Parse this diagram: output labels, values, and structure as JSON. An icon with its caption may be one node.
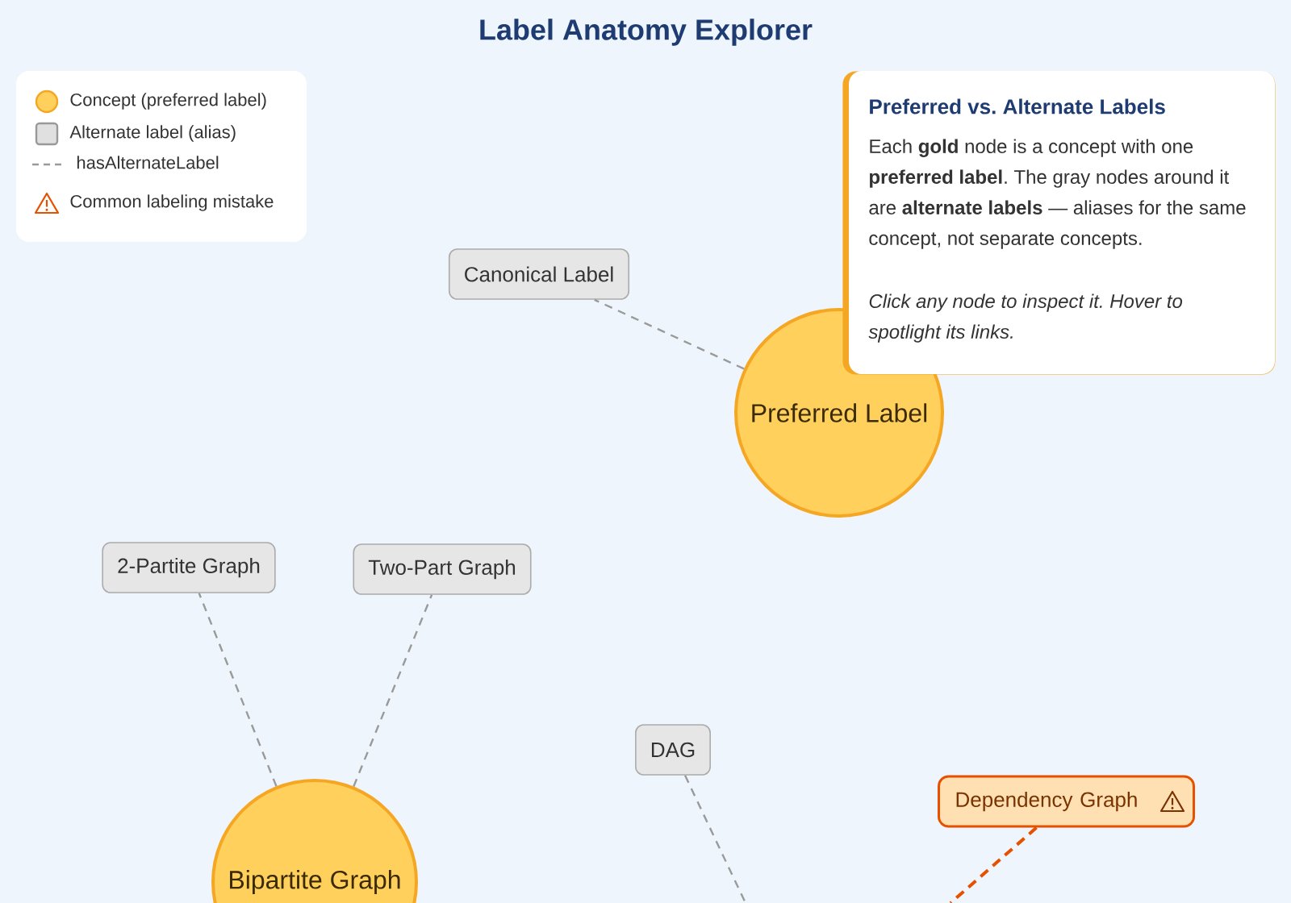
{
  "diagram": {
    "title": "Label Anatomy Explorer",
    "nodes": [
      {
        "text": [
          "Preferred vs. Alternate Labels",
          "Each **gold** node is a concept with one **preferred label**. The gray nodes around it are **alternate labels** — aliases for the same concept, not separate concepts.",
          "Click any node to inspect it. Hover to spotlight its links."
        ]
      },
      {
        "text": [
          "Canonical Label"
        ]
      },
      {
        "text": [
          "Preferred Label"
        ]
      },
      {
        "text": [
          "2-Partite Graph"
        ]
      },
      {
        "text": [
          "Two-Part Graph"
        ]
      },
      {
        "text": [
          "Bipartite Graph"
        ]
      },
      {
        "text": [
          "DAG"
        ]
      },
      {
        "text": [
          "Dependency Graph"
        ]
      }
    ],
    "edges": [
      {
        "from": 2,
        "to": 1,
        "arrow": "none",
        "style": "dashed"
      },
      {
        "from": 5,
        "to": 3,
        "arrow": "none",
        "style": "dashed"
      },
      {
        "from": 5,
        "to": 4,
        "arrow": "none",
        "style": "dashed"
      },
      {
        "from": 6,
        "to": null,
        "arrow": "none",
        "style": "dashed"
      },
      {
        "from": 7,
        "to": null,
        "arrow": "none",
        "style": "dashed",
        "color": "#e65100"
      }
    ],
    "legend": [
      {
        "text": "Concept (preferred label)",
        "color": "#ffd15c"
      },
      {
        "text": "Alternate label (alias)",
        "color": "#e0e0e0"
      },
      {
        "text": "hasAlternateLabel"
      },
      {
        "text": "Common labeling mistake"
      }
    ]
  }
}
